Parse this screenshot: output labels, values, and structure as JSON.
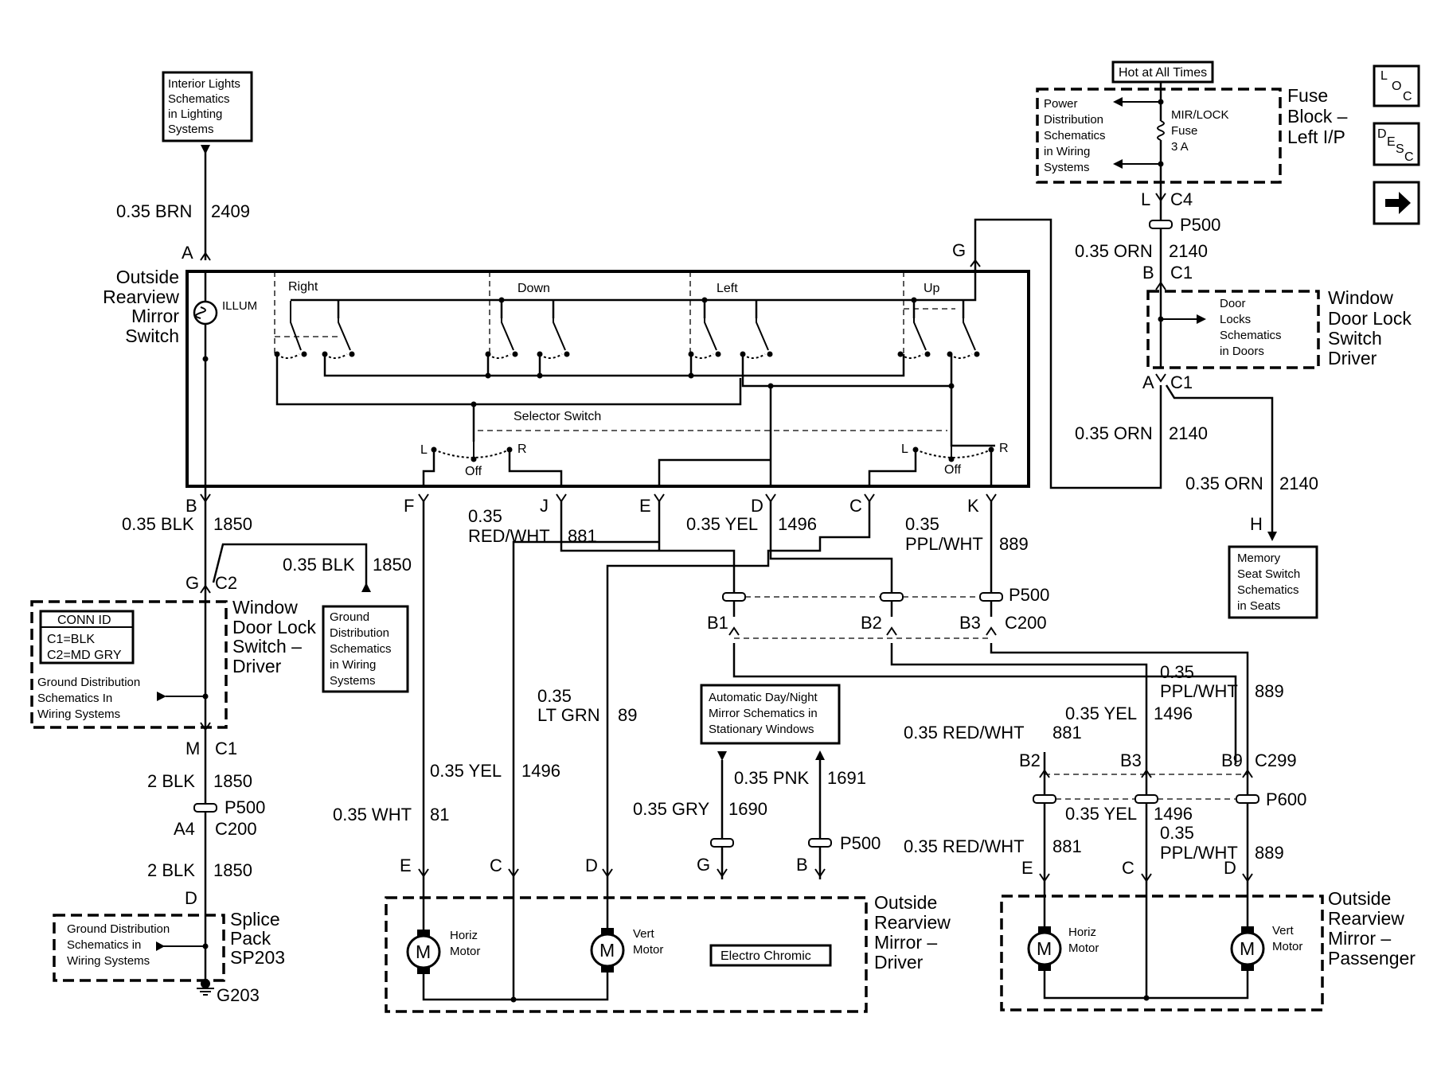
{
  "wires": {
    "brn_2409": {
      "gauge": "0.35 BRN",
      "circuit": "2409"
    },
    "blk_1850_b": {
      "gauge": "0.35 BLK",
      "circuit": "1850"
    },
    "blk_1850_g": {
      "gauge": "0.35 BLK",
      "circuit": "1850"
    },
    "blk2_1850_a": {
      "gauge": "2 BLK",
      "circuit": "1850"
    },
    "blk2_1850_b": {
      "gauge": "2 BLK",
      "circuit": "1850"
    },
    "redwht_881_top": {
      "gauge1": "0.35",
      "gauge2": "RED/WHT",
      "circuit": "881"
    },
    "yel_1496_top": {
      "gauge": "0.35 YEL",
      "circuit": "1496"
    },
    "pplwht_889_top": {
      "gauge1": "0.35",
      "gauge2": "PPL/WHT",
      "circuit": "889"
    },
    "orn_2140_a": {
      "gauge": "0.35 ORN",
      "circuit": "2140"
    },
    "orn_2140_b": {
      "gauge": "0.35 ORN",
      "circuit": "2140"
    },
    "orn_2140_c": {
      "gauge": "0.35 ORN",
      "circuit": "2140"
    },
    "ltgrn_89": {
      "gauge1": "0.35",
      "gauge2": "LT GRN",
      "circuit": "89"
    },
    "yel_1496_mid": {
      "gauge": "0.35 YEL",
      "circuit": "1496"
    },
    "wht_81": {
      "gauge": "0.35 WHT",
      "circuit": "81"
    },
    "pnk_1691": {
      "gauge": "0.35 PNK",
      "circuit": "1691"
    },
    "gry_1690": {
      "gauge": "0.35 GRY",
      "circuit": "1690"
    },
    "pplwht_889_r1": {
      "gauge1": "0.35",
      "gauge2": "PPL/WHT",
      "circuit": "889"
    },
    "yel_1496_r1": {
      "gauge": "0.35 YEL",
      "circuit": "1496"
    },
    "redwht_881_r1": {
      "gauge": "0.35 RED/WHT",
      "circuit": "881"
    },
    "yel_1496_r2": {
      "gauge": "0.35 YEL",
      "circuit": "1496"
    },
    "pplwht_889_r2": {
      "gauge1": "0.35",
      "gauge2": "PPL/WHT",
      "circuit": "889"
    },
    "redwht_881_r2": {
      "gauge": "0.35 RED/WHT",
      "circuit": "881"
    }
  },
  "pins": {
    "a": "A",
    "b": "B",
    "f": "F",
    "j": "J",
    "e": "E",
    "d": "D",
    "c": "C",
    "k": "K",
    "g_top": "G",
    "g_c2": "G",
    "m_c1": "M",
    "a4": "A4",
    "d_sp": "D",
    "l_c4": "L",
    "b_c1": "B",
    "a_c1": "A",
    "h": "H",
    "b1": "B1",
    "b2": "B2",
    "b3": "B3",
    "e_bot": "E",
    "c_bot": "C",
    "d_bot": "D",
    "g_bot": "G",
    "b_bot": "B",
    "b2_r": "B2",
    "b3_r": "B3",
    "b9_r": "B9",
    "e_rb": "E",
    "c_rb": "C",
    "d_rb": "D"
  },
  "connectors": {
    "c2": "C2",
    "c1_left": "C1",
    "p500_left": "P500",
    "c200_left": "C200",
    "c4": "C4",
    "p500_fuse": "P500",
    "c1_right_b": "C1",
    "c1_right_a": "C1",
    "p500_mid": "P500",
    "c200_mid": "C200",
    "p500_bot": "P500",
    "c299": "C299",
    "p600": "P600"
  },
  "components": {
    "outside_mirror_switch": [
      "Outside",
      "Rearview",
      "Mirror",
      "Switch"
    ],
    "illum": "ILLUM",
    "switch_labels": {
      "right": "Right",
      "down": "Down",
      "left": "Left",
      "up": "Up"
    },
    "selector_switch": "Selector Switch",
    "sel_left": {
      "l": "L",
      "off": "Off",
      "r": "R"
    },
    "sel_right": {
      "l": "L",
      "off": "Off",
      "r": "R"
    },
    "window_switch_left": [
      "Window",
      "Door Lock",
      "Switch –",
      "Driver"
    ],
    "conn_id": {
      "title": "CONN ID",
      "c1": "C1=BLK",
      "c2": "C2=MD GRY"
    },
    "ground_dist_wls": [
      "Ground Distribution",
      "Schematics In",
      "Wiring Systems"
    ],
    "splice_pack": [
      "Splice",
      "Pack",
      "SP203"
    ],
    "ground_dist_splice": [
      "Ground Distribution",
      "Schematics in",
      "Wiring Systems"
    ],
    "ground": "G203",
    "fuse_block": [
      "Fuse",
      "Block –",
      "Left I/P"
    ],
    "hot_at_all_times": "Hot at All Times",
    "power_dist": [
      "Power",
      "Distribution",
      "Schematics",
      "in Wiring",
      "Systems"
    ],
    "fuse": [
      "MIR/LOCK",
      "Fuse",
      "3 A"
    ],
    "window_switch_right": [
      "Window",
      "Door Lock",
      "Switch",
      "Driver"
    ],
    "door_locks": [
      "Door",
      "Locks",
      "Schematics",
      "in Doors"
    ],
    "outside_mirror_driver": [
      "Outside",
      "Rearview",
      "Mirror –",
      "Driver"
    ],
    "outside_mirror_passenger": [
      "Outside",
      "Rearview",
      "Mirror –",
      "Passenger"
    ],
    "horiz_motor": [
      "Horiz",
      "Motor"
    ],
    "vert_motor": [
      "Vert",
      "Motor"
    ],
    "horiz_motor_p": [
      "Horiz",
      "Motor"
    ],
    "vert_motor_p": [
      "Vert",
      "Motor"
    ],
    "motor_symbol": "M",
    "electro_chromic": "Electro Chromic"
  },
  "ref_boxes": {
    "interior_lights": [
      "Interior Lights",
      "Schematics",
      "in Lighting",
      "Systems"
    ],
    "ground_dist_box": [
      "Ground",
      "Distribution",
      "Schematics",
      "in Wiring",
      "Systems"
    ],
    "auto_day_night": [
      "Automatic Day/Night",
      "Mirror Schematics in",
      "Stationary Windows"
    ],
    "memory_seat": [
      "Memory",
      "Seat Switch",
      "Schematics",
      "in Seats"
    ]
  },
  "nav_icons": {
    "loc": {
      "l": "L",
      "o": "O",
      "c": "C",
      "icon": "location-icon"
    },
    "desc": {
      "d": "D",
      "e": "E",
      "s": "S",
      "c": "C",
      "icon": "description-icon"
    },
    "next": {
      "icon": "right-arrow-icon"
    }
  }
}
